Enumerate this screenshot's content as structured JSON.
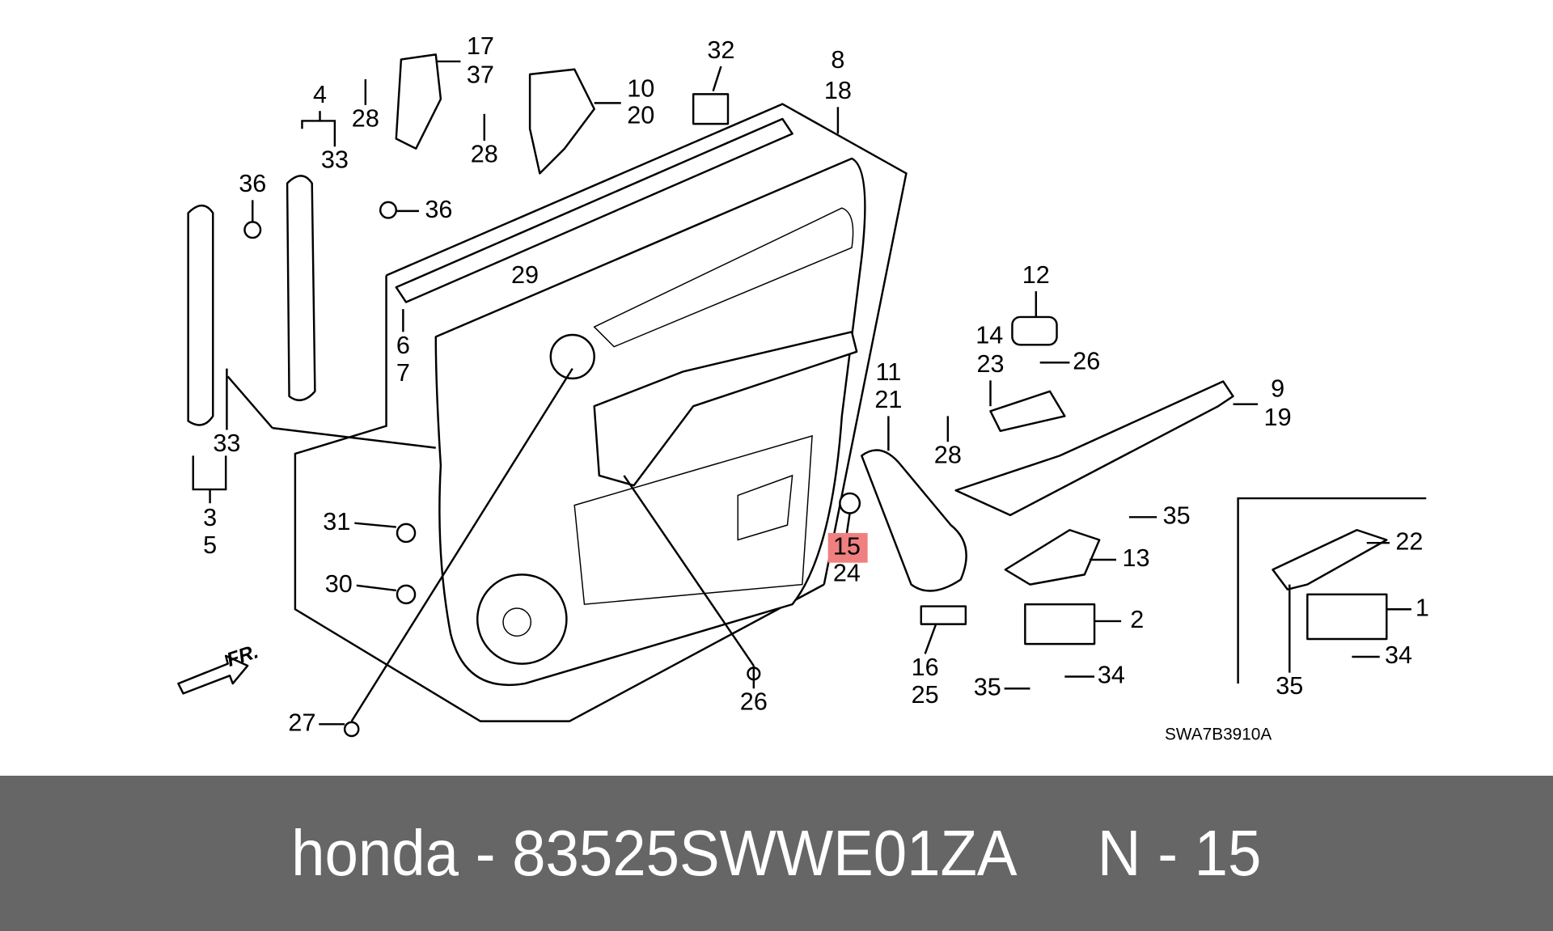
{
  "diagram": {
    "callouts": [
      "17",
      "37",
      "28",
      "10",
      "20",
      "28",
      "32",
      "8",
      "18",
      "4",
      "33",
      "36",
      "36",
      "29",
      "6",
      "7",
      "33",
      "3",
      "5",
      "31",
      "30",
      "27",
      "26",
      "12",
      "14",
      "26",
      "23",
      "11",
      "21",
      "9",
      "19",
      "28",
      "35",
      "15",
      "24",
      "13",
      "22",
      "1",
      "2",
      "16",
      "25",
      "34",
      "35",
      "34",
      "35"
    ],
    "highlighted_part": "15",
    "highlight_color": "#f08080",
    "diagram_code": "SWA7B3910A",
    "direction_label": "FR."
  },
  "banner": {
    "text": "honda - 83525SWWE01ZA     N - 15",
    "background": "#666666"
  }
}
